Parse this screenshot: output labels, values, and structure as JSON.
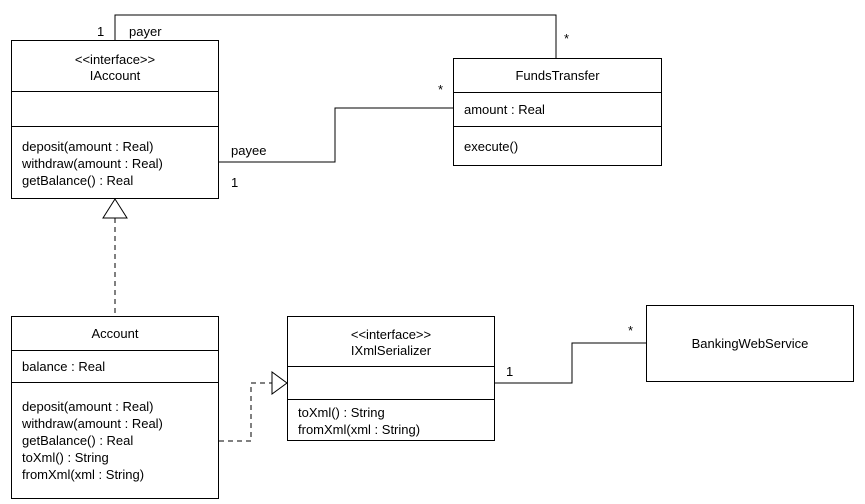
{
  "classes": {
    "iaccount": {
      "stereotype": "<<interface>>",
      "name": "IAccount",
      "operations": [
        "deposit(amount : Real)",
        "withdraw(amount : Real)",
        "getBalance() : Real"
      ]
    },
    "funds_transfer": {
      "name": "FundsTransfer",
      "attributes": [
        "amount : Real"
      ],
      "operations": [
        "execute()"
      ]
    },
    "account": {
      "name": "Account",
      "attributes": [
        "balance : Real"
      ],
      "operations": [
        "deposit(amount : Real)",
        "withdraw(amount : Real)",
        "getBalance() : Real",
        "toXml() : String",
        "fromXml(xml : String)"
      ]
    },
    "ixml_serializer": {
      "stereotype": "<<interface>>",
      "name": "IXmlSerializer",
      "operations": [
        "toXml() : String",
        "fromXml(xml : String)"
      ]
    },
    "banking_web_service": {
      "name": "BankingWebService"
    }
  },
  "associations": {
    "payer": {
      "role": "payer",
      "mult_iaccount": "1",
      "mult_funds_transfer": "*"
    },
    "payee": {
      "role": "payee",
      "mult_iaccount": "1",
      "mult_funds_transfer": "*"
    },
    "serializer_service": {
      "mult_serializer": "1",
      "mult_service": "*"
    }
  }
}
